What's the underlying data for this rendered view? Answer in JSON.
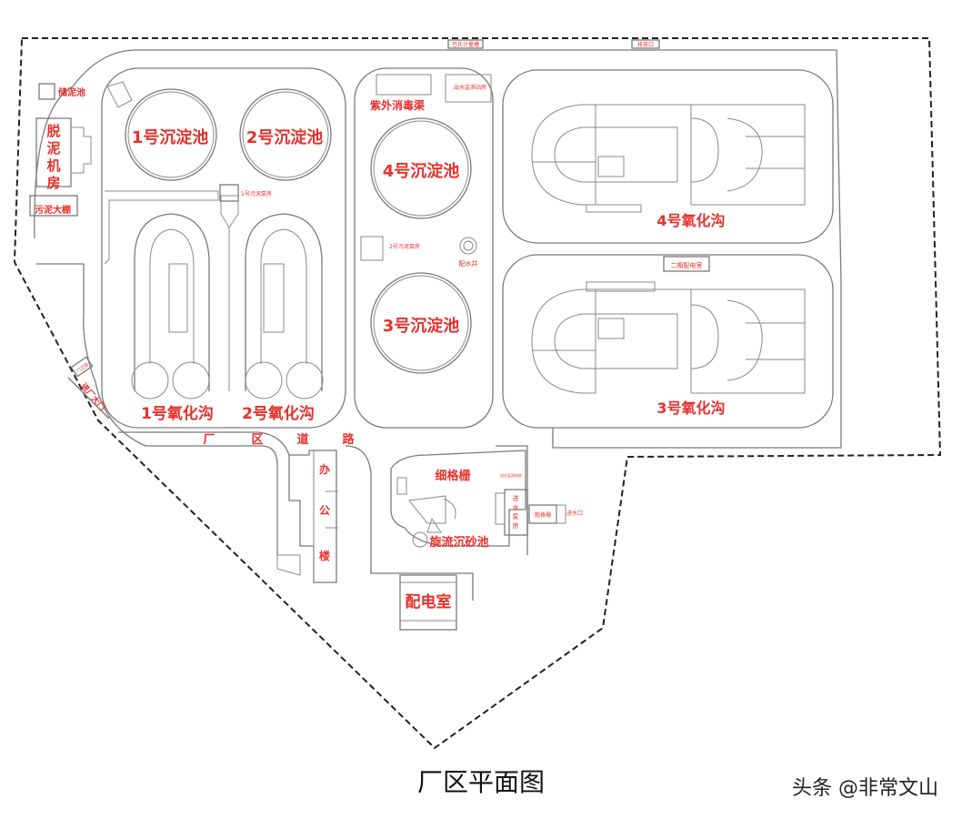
{
  "title": "厂区平面图",
  "watermark": "头条 @非常文山",
  "labels": {
    "sed1": "1号沉淀池",
    "sed2": "2号沉淀池",
    "sed3": "3号沉淀池",
    "sed4": "4号沉淀池",
    "ox1": "1号氧化沟",
    "ox2": "2号氧化沟",
    "ox3": "3号氧化沟",
    "ox4": "4号氧化沟",
    "uv": "紫外消毒渠",
    "sludge_store": "储泥池",
    "dewater": [
      "脱",
      "泥",
      "机",
      "房"
    ],
    "sludge_shed": "污泥大棚",
    "pump1": "1号污泥泵房",
    "pump2": "2号污泥泵房",
    "dist_well": "配水井",
    "power2": "二期配电室",
    "gate": "进厂大门",
    "guard": "门卫室",
    "road": [
      "厂",
      "区",
      "道",
      "路"
    ],
    "office": [
      "办",
      "公",
      "楼"
    ],
    "screen": "细格栅",
    "grit": "旋流沉砂池",
    "power": "配电室",
    "inlet_pump": [
      "进",
      "水",
      "泵",
      "房"
    ],
    "coarse_screen": "粗格栅",
    "inlet": "进水口",
    "outlet": "排放口",
    "flow_meter": "巴氏计量槽",
    "effluent_monitor": "出水监测站房",
    "influent_monitor": "进水监测站房"
  }
}
